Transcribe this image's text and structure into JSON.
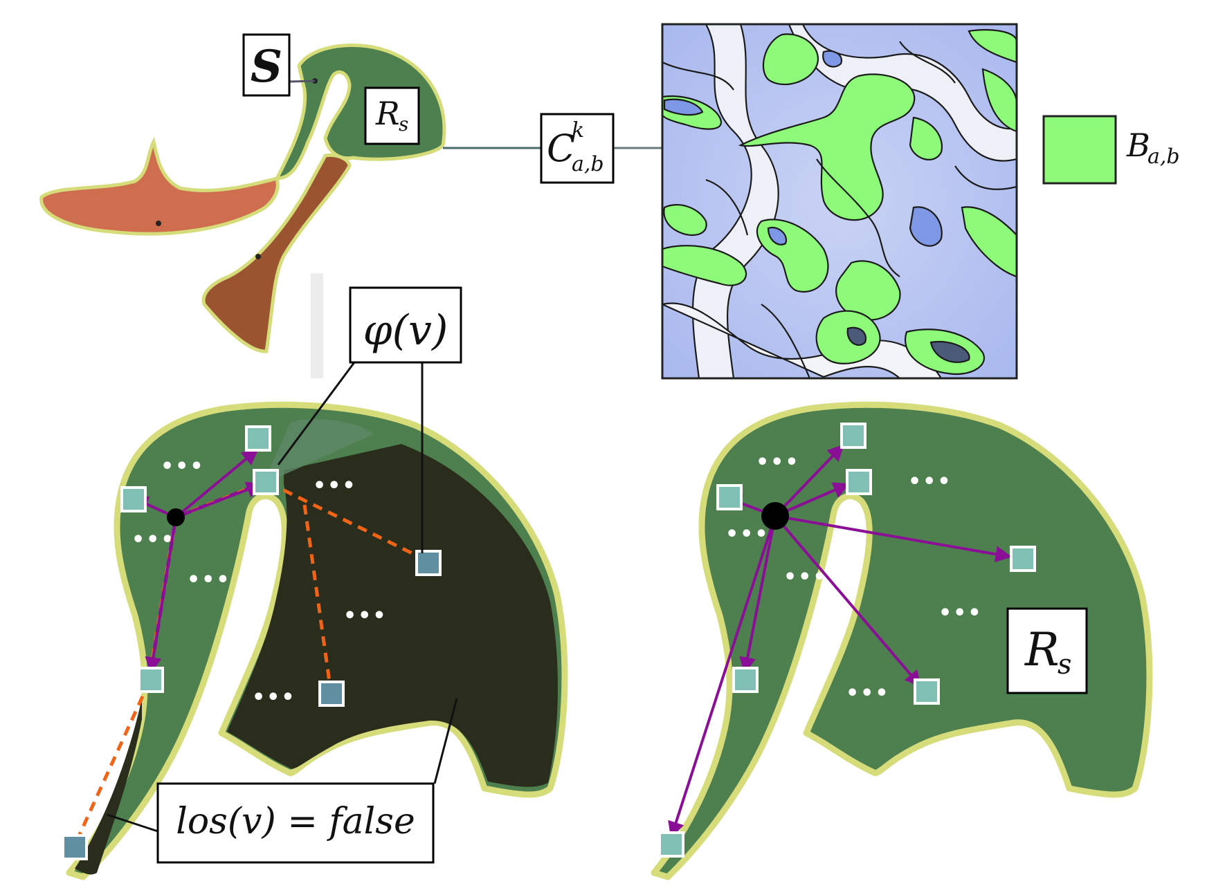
{
  "labels": {
    "S": "S",
    "R_s_small": "R",
    "R_s_small_sub": "s",
    "C_main": "C",
    "C_sup": "k",
    "C_sub": "a,b",
    "B_main": "B",
    "B_sub": "a,b",
    "phi": "φ(v)",
    "los": "los(v) = false",
    "R_s_large": "R",
    "R_s_large_sub": "s"
  },
  "ellipsis": "•••",
  "colors": {
    "region_green": "#4e7f4e",
    "region_outline": "#d6dc7a",
    "region_orange": "#cf6e4e",
    "region_brown": "#9a5430",
    "shadow_dark": "#2b2d1c",
    "sample_fill": "#7fbfb4",
    "sample_fill_dark": "#5f8fa0",
    "arrow_purple": "#8a0f96",
    "dash_orange": "#f06418",
    "bitmap_green": "#8dfb79",
    "bitmap_blue": "#a9b8ee"
  }
}
